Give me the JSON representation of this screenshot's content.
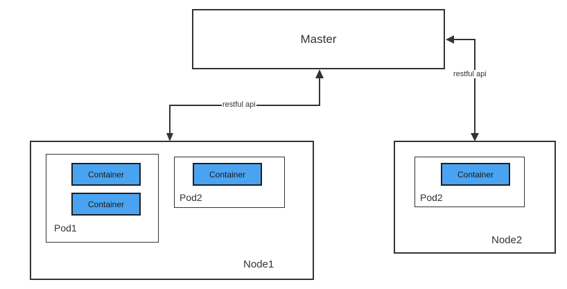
{
  "master": {
    "label": "Master"
  },
  "node1": {
    "label": "Node1",
    "pods": [
      {
        "label": "Pod1",
        "containers": [
          "Container",
          "Container"
        ]
      },
      {
        "label": "Pod2",
        "containers": [
          "Container"
        ]
      }
    ]
  },
  "node2": {
    "label": "Node2",
    "pods": [
      {
        "label": "Pod2",
        "containers": [
          "Container"
        ]
      }
    ]
  },
  "edges": [
    {
      "label": "restful api"
    },
    {
      "label": "restful api"
    }
  ],
  "colors": {
    "container_fill": "#4aa3f0",
    "border": "#333333"
  }
}
